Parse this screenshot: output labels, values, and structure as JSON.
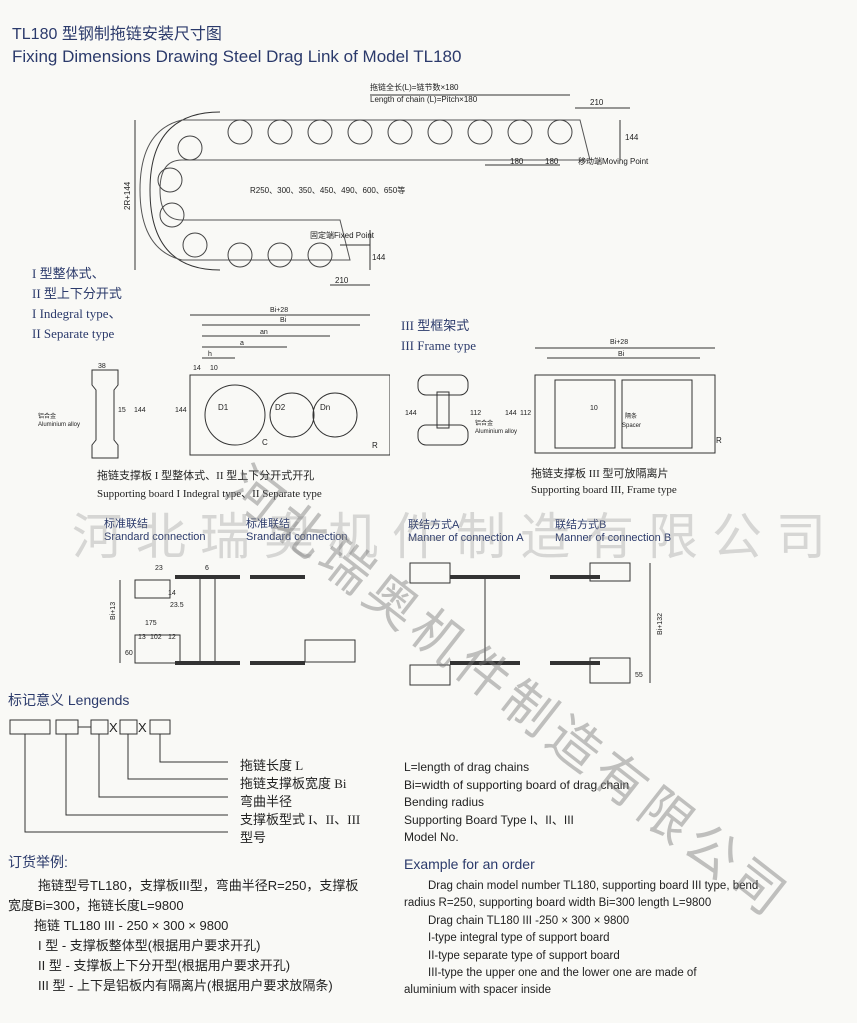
{
  "title_cn": "TL180 型钢制拖链安装尺寸图",
  "title_en": "Fixing Dimensions Drawing Steel Drag Link of Model TL180",
  "top_drawing": {
    "chain_length_cn": "拖链全长(L)=链节数×180",
    "chain_length_en": "Length of chain (L)=Pitch×180",
    "dim_210_top": "210",
    "dim_144_top": "144",
    "dim_180_a": "180",
    "dim_180_b": "180",
    "moving_point": "移动端Moving Point",
    "radius_list": "R250、300、350、450、490、600、650等",
    "height_label": "2R+144",
    "fixed_point": "固定端Fixed Point",
    "dim_144_bottom": "144",
    "dim_210_bottom": "210"
  },
  "type12": {
    "cn1": "I 型整体式、",
    "cn2": "II 型上下分开式",
    "en1": "I Indegral type、",
    "en2": "II Separate type"
  },
  "type3": {
    "cn": "III 型框架式",
    "en": "III Frame type"
  },
  "board12": {
    "bi28": "Bi+28",
    "bi": "Bi",
    "an": "an",
    "a": "a",
    "h": "h",
    "d14": "14",
    "d10": "10",
    "d38": "38",
    "d15": "15",
    "d144a": "144",
    "d144b": "144",
    "alloy_cn": "铝合金",
    "alloy_en": "Aluminium alloy",
    "D1": "D1",
    "D2": "D2",
    "Dn": "Dn",
    "C": "C",
    "R": "R",
    "caption_cn": "拖链支撑板 I 型整体式、II 型上下分开式开孔",
    "caption_en": "Supporting board I Indegral type、II Separate type"
  },
  "board3": {
    "bi28": "Bi+28",
    "bi": "Bi",
    "d144a": "144",
    "d112a": "112",
    "d144b": "144",
    "d112b": "112",
    "d10": "10",
    "spacer_cn": "隔条",
    "spacer_en": "Spacer",
    "alloy_cn": "铝合金",
    "alloy_en": "Aluminium alloy",
    "R": "R",
    "caption_cn": "拖链支撑板 III 型可放隔离片",
    "caption_en": "Supporting board III, Frame type"
  },
  "connections": [
    {
      "cn": "标准联结",
      "en": "Srandard connection"
    },
    {
      "cn": "标准联结",
      "en": "Srandard connection"
    },
    {
      "cn": "联结方式A",
      "en": "Manner of connection A"
    },
    {
      "cn": "联结方式B",
      "en": "Manner of connection B"
    }
  ],
  "conn_dims": {
    "bi13": "Bi+13",
    "d23": "23",
    "d14": "14",
    "d235": "23.5",
    "d175": "175",
    "d13": "13",
    "d102": "102",
    "d12": "12",
    "d60": "60",
    "d6": "6",
    "bi132": "Bi+132",
    "d55": "55"
  },
  "legends": {
    "heading": "标记意义  Lengends",
    "x": "X",
    "items": [
      {
        "cn": "拖链长度 L",
        "en": "L=length of drag chains"
      },
      {
        "cn": "拖链支撑板宽度 Bi",
        "en": "Bi=width of supporting board of drag chain"
      },
      {
        "cn": "弯曲半径",
        "en": "Bending radius"
      },
      {
        "cn": "支撑板型式 I、II、III",
        "en": "Supporting Board Type I、II、III"
      },
      {
        "cn": "型号",
        "en": "Model No."
      }
    ]
  },
  "order_cn": {
    "heading": "订货举例:",
    "lines": [
      "拖链型号TL180，支撑板III型，弯曲半径R=250，支撑板",
      "宽度Bi=300，拖链长度L=9800",
      "拖链 TL180  III - 250 × 300 × 9800",
      "I 型 - 支撑板整体型(根据用户要求开孔)",
      "II 型 - 支撑板上下分开型(根据用户要求开孔)",
      "III 型 - 上下是铝板内有隔离片(根据用户要求放隔条)"
    ]
  },
  "order_en": {
    "heading": "Example for an order",
    "lines": [
      "Drag chain model number TL180, supporting board III type, bend",
      "radius R=250, supporting board width Bi=300 length L=9800",
      "Drag chain TL180 III -250 × 300 × 9800",
      "I-type integral type of support board",
      "II-type separate type of support board",
      "III-type the upper one and the lower one are made of",
      "aluminium with spacer inside"
    ]
  },
  "watermark": "河北瑞奥机件制造有限公司"
}
